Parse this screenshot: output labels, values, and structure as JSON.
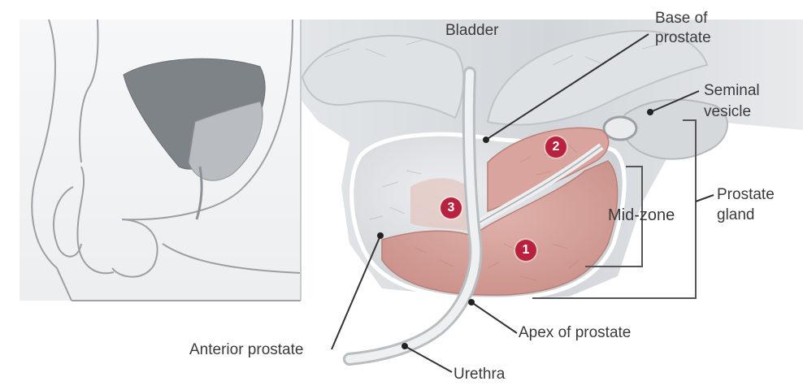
{
  "labels": {
    "bladder": "Bladder",
    "base_line1": "Base of",
    "base_line2": "prostate",
    "seminal_line1": "Seminal",
    "seminal_line2": "vesicle",
    "midzone": "Mid-zone",
    "gland_line1": "Prostate",
    "gland_line2": "gland",
    "anterior": "Anterior prostate",
    "apex": "Apex of prostate",
    "urethra": "Urethra"
  },
  "markers": [
    "1",
    "2",
    "3"
  ],
  "colors": {
    "marker": "#b8223e",
    "tissue_pink": "#d9a49e",
    "capsule_gray": "#d4d7da",
    "line": "#555555",
    "text": "#3a3a3a"
  }
}
